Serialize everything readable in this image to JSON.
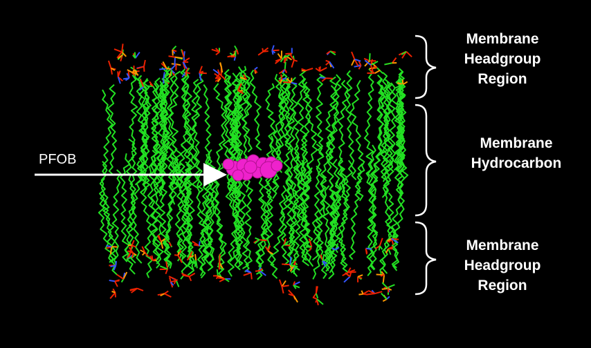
{
  "annotations": {
    "pfob": "PFOB",
    "top_region": [
      "Membrane",
      "Headgroup",
      "Region"
    ],
    "middle_region": [
      "Membrane",
      "Hydrocarbon"
    ],
    "bottom_region": [
      "Membrane",
      "Headgroup",
      "Region"
    ]
  },
  "colors": {
    "background": "#000000",
    "hydrocarbon": "#22e022",
    "oxygen": "#ee2200",
    "nitrogen": "#3355ff",
    "phosphorus": "#ff9900",
    "pfob": "#ee22cc",
    "text": "#ffffff"
  }
}
